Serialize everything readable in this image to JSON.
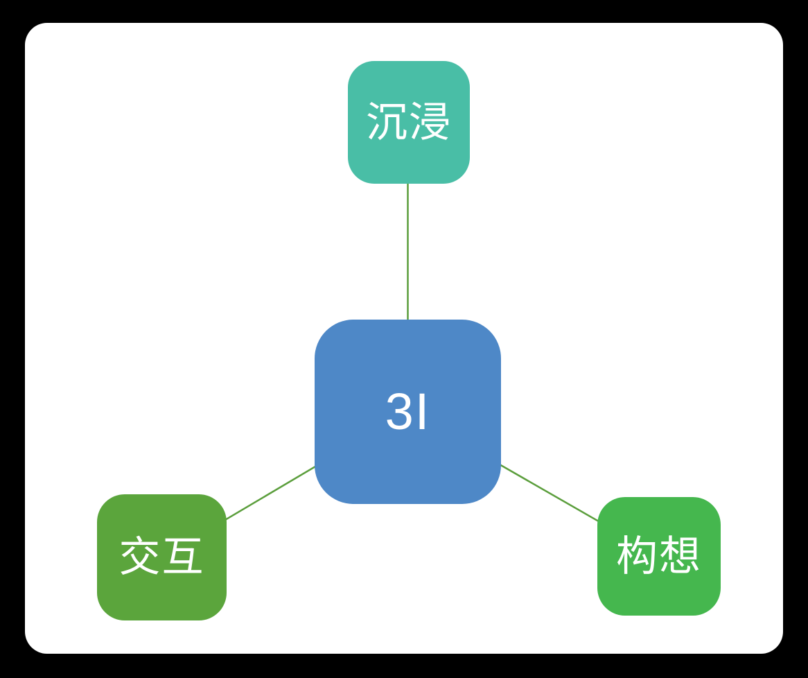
{
  "diagram": {
    "type": "radial-smartart",
    "page_background": "#000000",
    "card_background": "#FFFFFF",
    "connector_color": "#5B9E3C",
    "text_color": "#FFFFFF",
    "center_node": {
      "id": "center",
      "label": "3I",
      "color": "#4E88C7"
    },
    "nodes": [
      {
        "id": "immersion",
        "label": "沉浸",
        "color": "#49BEA6",
        "position": "top"
      },
      {
        "id": "interaction",
        "label": "交互",
        "color": "#5BA53C",
        "position": "bottom-left"
      },
      {
        "id": "imagination",
        "label": "构想",
        "color": "#45B74E",
        "position": "bottom-right"
      }
    ]
  }
}
